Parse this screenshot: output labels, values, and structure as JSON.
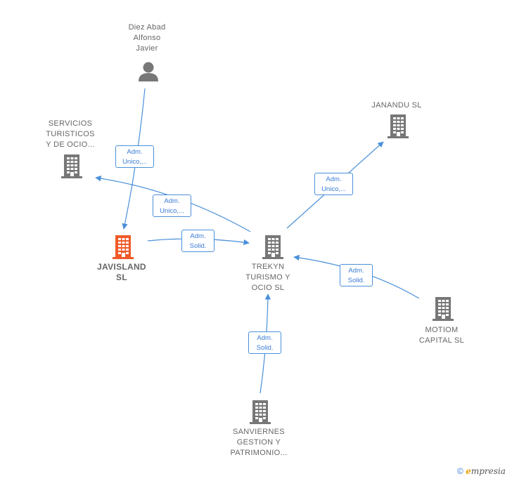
{
  "nodes": {
    "diez_abad": {
      "lines": [
        "Diez Abad",
        "Alfonso",
        "Javier"
      ],
      "icon": "person-icon"
    },
    "servicios": {
      "lines": [
        "SERVICIOS",
        "TURISTICOS",
        "Y DE OCIO..."
      ],
      "icon": "building-icon"
    },
    "janandu": {
      "lines": [
        "JANANDU  SL"
      ],
      "icon": "building-icon"
    },
    "javisland": {
      "lines": [
        "JAVISLAND",
        "SL"
      ],
      "icon": "building-icon",
      "highlight": true
    },
    "trekyn": {
      "lines": [
        "TREKYN",
        "TURISMO Y",
        "OCIO  SL"
      ],
      "icon": "building-icon"
    },
    "motiom": {
      "lines": [
        "MOTIOM",
        "CAPITAL  SL"
      ],
      "icon": "building-icon"
    },
    "sanviernes": {
      "lines": [
        "SANVIERNES",
        "GESTION Y",
        "PATRIMONIO..."
      ],
      "icon": "building-icon"
    }
  },
  "edges": [
    {
      "id": "diez-to-javisland",
      "label": [
        "Adm.",
        "Unico,..."
      ]
    },
    {
      "id": "trekyn-to-servicios",
      "label": [
        "Adm.",
        "Unico,..."
      ]
    },
    {
      "id": "javisland-to-trekyn",
      "label": [
        "Adm.",
        "Solid."
      ]
    },
    {
      "id": "trekyn-to-janandu",
      "label": [
        "Adm.",
        "Unico,..."
      ]
    },
    {
      "id": "motiom-to-trekyn",
      "label": [
        "Adm.",
        "Solid."
      ]
    },
    {
      "id": "sanviernes-to-trekyn",
      "label": [
        "Adm.",
        "Solid."
      ]
    }
  ],
  "colors": {
    "edge": "#4a90d9",
    "icon": "#777777",
    "highlight": "#f05a28"
  },
  "footer": {
    "copyright": "©",
    "brand": "mpresia",
    "brand_initial": "e"
  }
}
